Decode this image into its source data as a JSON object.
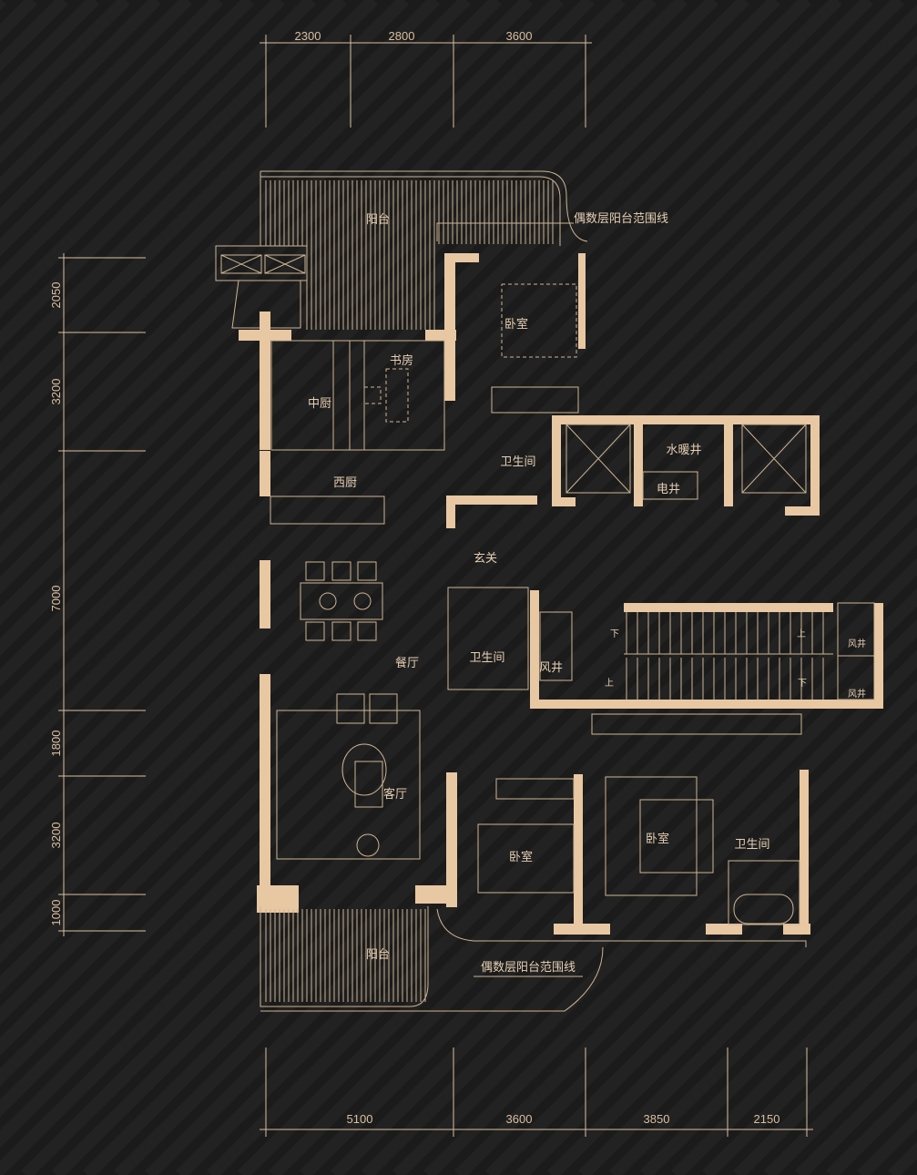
{
  "colors": {
    "background": "#1b1b1b",
    "wall": "#e8c7a3",
    "line": "#cdb493"
  },
  "dimensions": {
    "top": [
      "2300",
      "2800",
      "3600"
    ],
    "left": [
      "2050",
      "3200",
      "7000",
      "1800",
      "3200",
      "1000"
    ],
    "bottom": [
      "5100",
      "3600",
      "3850",
      "2150"
    ]
  },
  "rooms": {
    "balcony_top": "阳台",
    "balcony_bottom": "阳台",
    "balcony_note_top": "偶数层阳台范围线",
    "balcony_note_bottom": "偶数层阳台范围线",
    "bedroom_master_top": "卧室",
    "study": "书房",
    "chinese_kitchen": "中厨",
    "western_kitchen": "西厨",
    "bathroom_top": "卫生间",
    "water_heating_shaft": "水暖井",
    "electric_shaft": "电井",
    "foyer": "玄关",
    "dining": "餐厅",
    "bathroom_mid": "卫生间",
    "air_shaft_1": "风井",
    "air_shaft_2": "风井",
    "air_shaft_3": "风井",
    "living": "客厅",
    "bedroom_bottom_1": "卧室",
    "bedroom_bottom_2": "卧室",
    "bathroom_bottom": "卫生间",
    "stair_up_1": "上",
    "stair_up_2": "上",
    "stair_down_1": "下",
    "stair_down_2": "下"
  }
}
